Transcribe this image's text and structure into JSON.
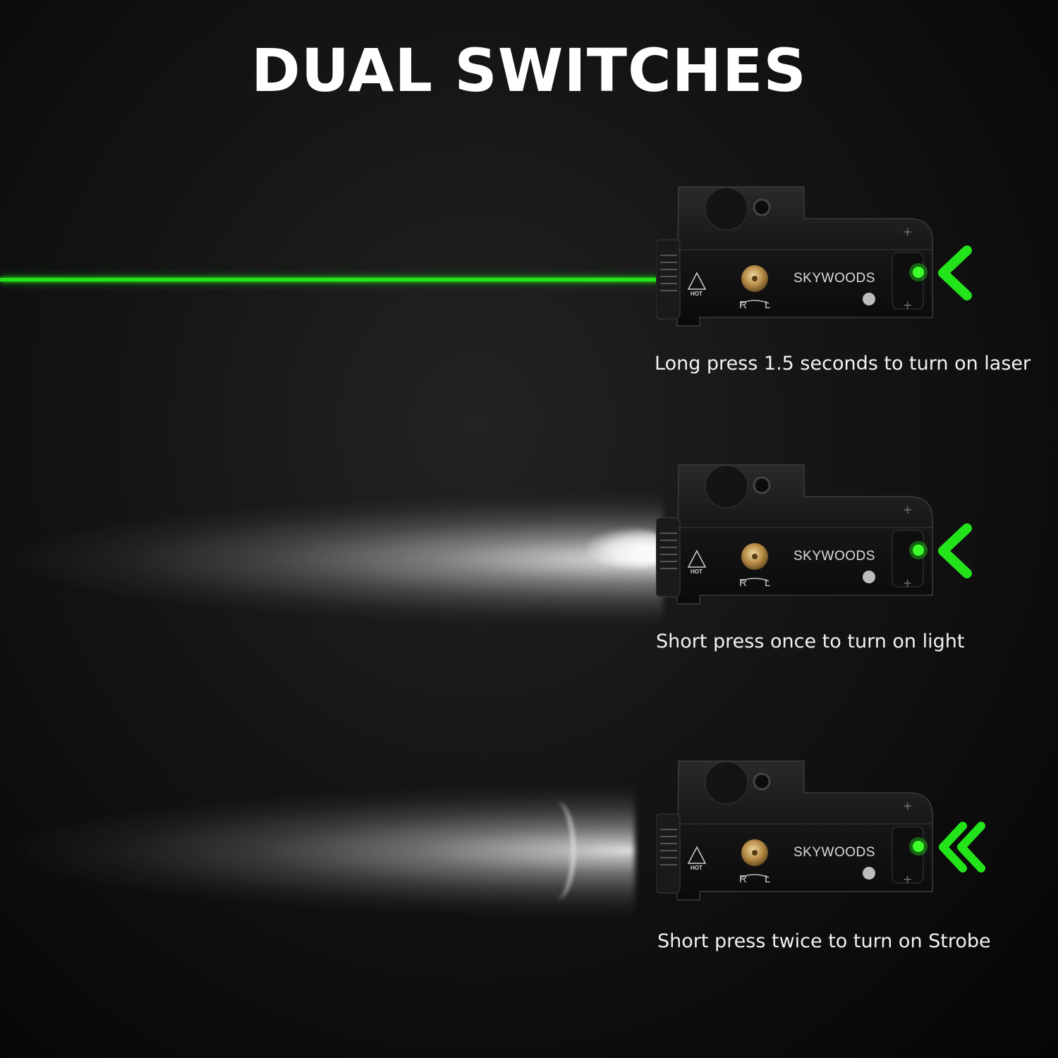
{
  "title": "DUAL SWITCHES",
  "brand": "SKYWOODS",
  "adjust_labels": {
    "right": "R",
    "left": "L"
  },
  "warning_label": "HOT",
  "colors": {
    "laser_green": "#23e31a",
    "background": "#0b0b0b",
    "text": "#f2f2f2"
  },
  "modes": [
    {
      "caption": "Long press 1.5 seconds to turn on laser",
      "indicator_icon": "chevron-left-icon"
    },
    {
      "caption": "Short press once to turn on light",
      "indicator_icon": "chevron-left-icon"
    },
    {
      "caption": "Short press twice to turn on Strobe",
      "indicator_icon": "double-chevron-left-icon"
    }
  ]
}
